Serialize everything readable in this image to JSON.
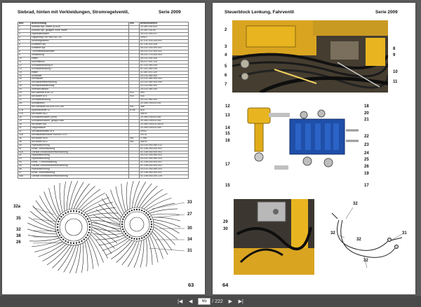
{
  "pages": {
    "left": {
      "title": "Siebrad, hinten mit Verkleidungen, Stromregelventil,",
      "series": "Serie 2009",
      "page_number": "63",
      "table": {
        "headers": [
          "Bild",
          "Bezeichnung",
          "DIN",
          "Bestellnummer"
        ],
        "rows": [
          [
            "1",
            "Siebrad hyd. hinten (61530",
            "",
            "20-390-190.510"
          ],
          [
            "2",
            "Siebrad hyd. gelagert ohne Halter",
            "",
            "20-390-190.50"
          ],
          [
            "3",
            "Hydraulikstutzen",
            "",
            "04-102-053-037"
          ],
          [
            "4",
            "Dappelring Fee 98x2,5x1,40",
            "",
            "09913"
          ],
          [
            "5",
            "Stromregelventil",
            "",
            "01-101-003-034-001"
          ],
          [
            "6",
            "Einstellen kpl.",
            "",
            "01-104-001-005"
          ],
          [
            "7",
            "Einsteller kpl.",
            "",
            "05-102-020-000-001"
          ],
          [
            "8",
            "Trommelabdeckhalter",
            "",
            "05-102-021-000-001"
          ],
          [
            "9",
            "Verkleidung",
            "",
            "05-102-176-000-003"
          ],
          [
            "10",
            "Halter",
            "",
            "05-102-051-004"
          ],
          [
            "11",
            "Klemmstück",
            "",
            "05-107-001-110"
          ],
          [
            "12",
            "Schutzabdeckung R",
            "",
            "01-102-050-025"
          ],
          [
            "13",
            "Schutzabdeckung T",
            "",
            "01-102-050-025"
          ],
          [
            "14",
            "Halter",
            "",
            "11-150-101-120"
          ],
          [
            "15",
            "Scharnier",
            "",
            "03-102-080-000"
          ],
          [
            "16",
            "Sechskant",
            "",
            "03-102-080-000-003"
          ],
          [
            "17",
            "Sechskantbeschichtung",
            "",
            "03-102-080-000-006"
          ],
          [
            "18",
            "Sechskantabdeckung",
            "",
            "03-102-080-000"
          ],
          [
            "19",
            "Innensechskant",
            "",
            "29-102-080-000"
          ],
          [
            "20",
            "Mit Scheibe M 8x 20",
            "933",
            "993"
          ],
          [
            "21",
            "Mit Mutter M 8",
            "934",
            "934"
          ],
          [
            "22",
            "Schutzabdeckung",
            "",
            "03-102-080-000"
          ],
          [
            "26",
            "Schutzblech",
            "",
            "20-395-190414-001"
          ],
          [
            "",
            "Mit Schraube M12x30 8.8 Cdu",
            "931",
            "386"
          ],
          [
            "27a",
            "Spannscheibe 12",
            "6796",
            "818"
          ],
          [
            "27b",
            "Mit Mutter M12",
            "",
            "38100"
          ],
          [
            "28",
            "Schutzblechoben (90m)",
            "",
            "20-395-190414-061"
          ],
          [
            "29",
            "Schutzblechoben, gerippt links",
            "",
            "20-395-190414-061"
          ],
          [
            "30",
            "Mit Mutter M6",
            "",
            "20-395-190414-062/S"
          ],
          [
            "31",
            "Deppelbacke",
            "",
            "20-395-190414-063"
          ],
          [
            "32",
            "Sechskantmutter M 6",
            "",
            "09911"
          ],
          [
            "32a",
            "Sechskantschraube M16x50 10.9",
            "",
            "24731"
          ],
          [
            "35",
            "Mit Mutter M16",
            "982",
            "17954"
          ],
          [
            "36",
            "Mit Mutter M12",
            "982",
            "38100"
          ],
          [
            "40",
            "Hydraulikführung",
            "",
            "04-104-053-060-012"
          ],
          [
            "41",
            "Einstl. Verschraubung",
            "",
            "01-108-053-000-001"
          ],
          [
            "41a",
            "Gerade Einschraubverschraubung",
            "",
            "01-108-053-000-002"
          ],
          [
            "42",
            "Hydraulikführung",
            "",
            "04-102-053-060-003"
          ],
          [
            "43",
            "Hydraulikführung",
            "",
            "04-102-053-060-003"
          ],
          [
            "44",
            "Einstl. T-Verschraubung",
            "",
            "01-108-053-000-001"
          ],
          [
            "45",
            "Gerade Einschraubverschraubung",
            "",
            "01-108-053-000-002"
          ],
          [
            "46",
            "Hydraulikführung",
            "",
            "04-102-053-060-003"
          ],
          [
            "47",
            "Einstl. Verschraubung",
            "",
            "01-108-053-000-001"
          ],
          [
            "46a",
            "Gerade Einschraubverschraubung",
            "",
            "01-108-053-000-226"
          ]
        ]
      },
      "callouts": [
        "32a",
        "35",
        "32",
        "38",
        "26",
        "33",
        "27",
        "30",
        "34",
        "31"
      ]
    },
    "right": {
      "title": "Steuerblock Lenkung, Fahrventil",
      "series": "Serie 2009",
      "page_number": "64",
      "callouts_top": [
        "2",
        "3",
        "4",
        "5",
        "6",
        "7",
        "8",
        "9",
        "10",
        "11"
      ],
      "callouts_middle": [
        "12",
        "13",
        "14",
        "15",
        "16",
        "17",
        "18",
        "20",
        "21",
        "22",
        "23",
        "24",
        "25",
        "26",
        "19",
        "15",
        "17"
      ],
      "callouts_bottom_left": [
        "29",
        "30"
      ],
      "callouts_bottom_right": [
        "32",
        "32",
        "31",
        "32",
        "32"
      ]
    }
  },
  "toolbar": {
    "current_page": "65",
    "total_pages": "/ 222",
    "first_icon": "first-page-icon",
    "prev_icon": "prev-page-icon",
    "next_icon": "next-page-icon",
    "last_icon": "last-page-icon"
  },
  "colors": {
    "background": "#5b5b5b",
    "page": "#ffffff",
    "machine_yellow": "#e8b520",
    "valve_blue": "#1f4fa8"
  }
}
